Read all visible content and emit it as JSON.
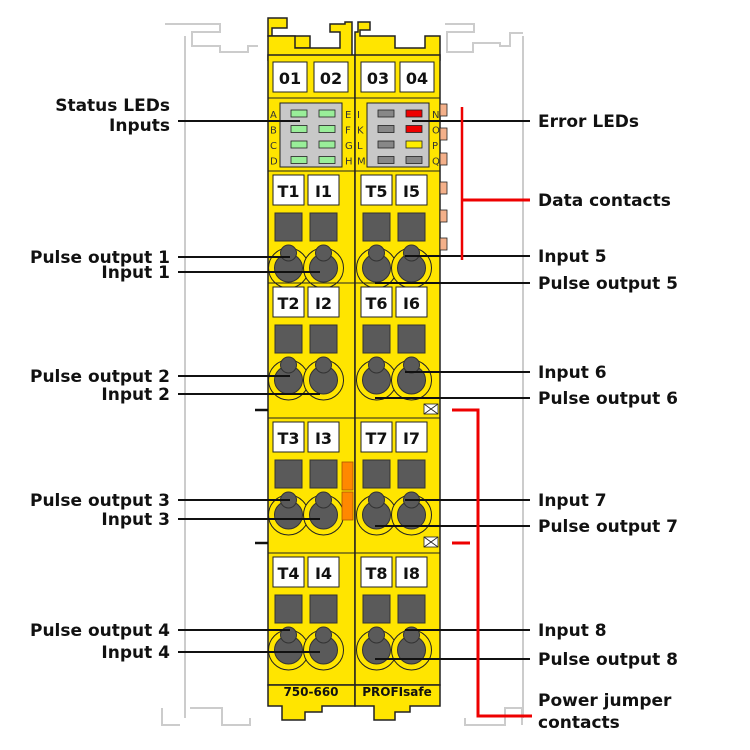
{
  "colors": {
    "housing": "#ffe500",
    "outline": "#222222",
    "rail": "#cccccc",
    "led_green": "#99ee99",
    "led_off": "#888888",
    "led_red": "#ee0000",
    "led_yellow": "#ffee00",
    "contact": "#f4b08a",
    "jumper_orange": "#ff8800",
    "bracket_red": "#ee0000",
    "terminal_grey": "#5a5a5a",
    "led_panel": "#c8c8c8"
  },
  "module": {
    "model": "750-660",
    "name": "PROFIsafe",
    "slot_numbers": [
      "01",
      "02",
      "03",
      "04"
    ],
    "left_led_letters": [
      "A",
      "B",
      "C",
      "D",
      "E",
      "F",
      "G",
      "H"
    ],
    "right_led_letters": [
      "I",
      "K",
      "L",
      "M",
      "N",
      "O",
      "P",
      "Q"
    ],
    "left_leds": [
      "green",
      "green",
      "green",
      "green",
      "green",
      "green",
      "green",
      "green"
    ],
    "right_leds": [
      "off",
      "off",
      "off",
      "off",
      "red",
      "red",
      "yellow",
      "off"
    ],
    "terminal_tags": [
      [
        "T1",
        "I1",
        "T5",
        "I5"
      ],
      [
        "T2",
        "I2",
        "T6",
        "I6"
      ],
      [
        "T3",
        "I3",
        "T7",
        "I7"
      ],
      [
        "T4",
        "I4",
        "T8",
        "I8"
      ]
    ]
  },
  "labels": {
    "left": [
      {
        "text": [
          "Status LEDs",
          "Inputs"
        ]
      },
      {
        "text": [
          "Pulse output 1"
        ]
      },
      {
        "text": [
          "Input 1"
        ]
      },
      {
        "text": [
          "Pulse output 2"
        ]
      },
      {
        "text": [
          "Input 2"
        ]
      },
      {
        "text": [
          "Pulse output 3"
        ]
      },
      {
        "text": [
          "Input 3"
        ]
      },
      {
        "text": [
          "Pulse output 4"
        ]
      },
      {
        "text": [
          "Input 4"
        ]
      }
    ],
    "right": [
      {
        "text": [
          "Error LEDs"
        ]
      },
      {
        "text": [
          "Data contacts"
        ]
      },
      {
        "text": [
          "Input 5"
        ]
      },
      {
        "text": [
          "Pulse output 5"
        ]
      },
      {
        "text": [
          "Input 6"
        ]
      },
      {
        "text": [
          "Pulse output 6"
        ]
      },
      {
        "text": [
          "Input 7"
        ]
      },
      {
        "text": [
          "Pulse output 7"
        ]
      },
      {
        "text": [
          "Input 8"
        ]
      },
      {
        "text": [
          "Pulse output 8"
        ]
      },
      {
        "text": [
          "Power jumper",
          "contacts"
        ]
      }
    ]
  }
}
